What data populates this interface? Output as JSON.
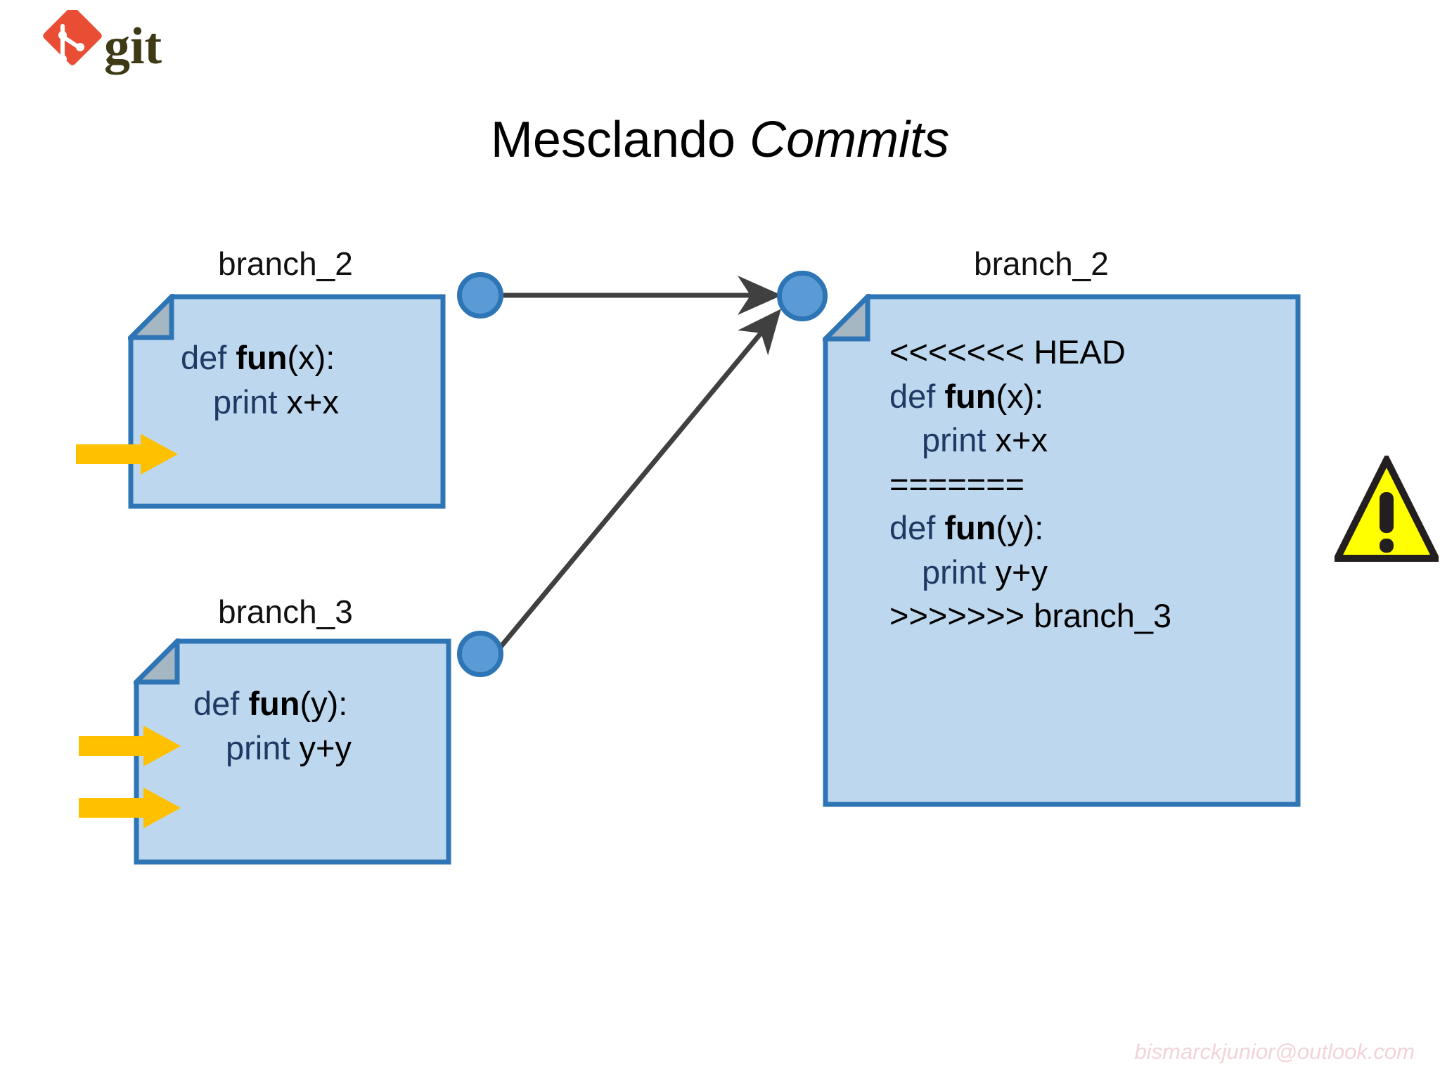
{
  "brand": {
    "logo_icon": "git-logo-icon",
    "logo_text": "git",
    "logo_diamond_color": "#E94E35",
    "logo_text_color": "#3E3A16"
  },
  "title": {
    "normal": "Mesclando ",
    "italic": "Commits"
  },
  "labels": {
    "branch2_left": "branch_2",
    "branch3_left": "branch_3",
    "branch2_right": "branch_2"
  },
  "documents": {
    "left_top": {
      "name": "branch_2",
      "lines": [
        {
          "indent": 0,
          "parts": [
            {
              "t": "def ",
              "c": "kw"
            },
            {
              "t": "fun",
              "c": "fn"
            },
            {
              "t": "(x):",
              "c": "pl"
            }
          ]
        },
        {
          "indent": 1,
          "parts": [
            {
              "t": "print ",
              "c": "kw"
            },
            {
              "t": "x+x",
              "c": "pl"
            }
          ]
        }
      ]
    },
    "left_bottom": {
      "name": "branch_3",
      "lines": [
        {
          "indent": 0,
          "parts": [
            {
              "t": "def ",
              "c": "kw"
            },
            {
              "t": "fun",
              "c": "fn"
            },
            {
              "t": "(y):",
              "c": "pl"
            }
          ]
        },
        {
          "indent": 1,
          "parts": [
            {
              "t": "print ",
              "c": "kw"
            },
            {
              "t": "y+y",
              "c": "pl"
            }
          ]
        }
      ]
    },
    "right": {
      "name": "branch_2",
      "lines": [
        {
          "indent": 0,
          "parts": [
            {
              "t": "<<<<<<< HEAD",
              "c": "pl"
            }
          ]
        },
        {
          "indent": 0,
          "parts": [
            {
              "t": "def ",
              "c": "kw"
            },
            {
              "t": "fun",
              "c": "fn"
            },
            {
              "t": "(x):",
              "c": "pl"
            }
          ]
        },
        {
          "indent": 1,
          "parts": [
            {
              "t": "print ",
              "c": "kw"
            },
            {
              "t": "x+x",
              "c": "pl"
            }
          ]
        },
        {
          "indent": 0,
          "parts": [
            {
              "t": "=======",
              "c": "pl"
            }
          ]
        },
        {
          "indent": 0,
          "parts": [
            {
              "t": "def ",
              "c": "kw"
            },
            {
              "t": "fun",
              "c": "fn"
            },
            {
              "t": "(y):",
              "c": "pl"
            }
          ]
        },
        {
          "indent": 1,
          "parts": [
            {
              "t": "print ",
              "c": "kw"
            },
            {
              "t": "y+y",
              "c": "pl"
            }
          ]
        },
        {
          "indent": 0,
          "parts": [
            {
              "t": ">>>>>>> branch_3",
              "c": "pl"
            }
          ]
        }
      ]
    }
  },
  "commits": [
    {
      "id": "commit-a",
      "label": "commit-node-branch-2"
    },
    {
      "id": "commit-b",
      "label": "commit-node-branch-3"
    },
    {
      "id": "commit-merge",
      "label": "commit-node-merge"
    }
  ],
  "pointer_arrows": {
    "count": 3,
    "color": "#FFC000"
  },
  "warning": {
    "glyph": "!",
    "fill": "#FFFF00",
    "stroke": "#231F20"
  },
  "watermark": "bismarckjunior@outlook.com",
  "palette": {
    "doc_fill": "#BDD7EE",
    "doc_border": "#2E75B6",
    "doc_fold": "#A6B7C4",
    "node_fill": "#5B9BD5",
    "node_border": "#2E75B6",
    "arrow": "#404040",
    "code_keyword": "#1F3864",
    "code_plain": "#000000"
  }
}
